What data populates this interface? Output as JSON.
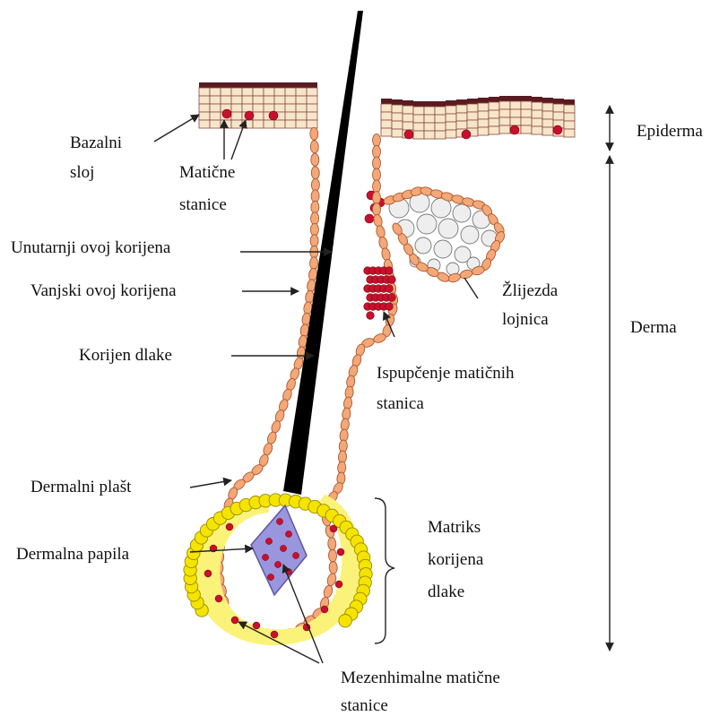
{
  "labels": {
    "bazalni_line1": "Bazalni",
    "bazalni_line2": "sloj",
    "maticne_line1": "Matične",
    "maticne_line2": "stanice",
    "unutarnji": "Unutarnji ovoj korijena",
    "vanjski": "Vanjski ovoj korijena",
    "korijen": "Korijen dlake",
    "dermalni_plast": "Dermalni plašt",
    "dermalna_papila": "Dermalna papila",
    "epiderma": "Epiderma",
    "derma": "Derma",
    "zlijezda_line1": "Žlijezda",
    "zlijezda_line2": "lojnica",
    "ispupcenje_line1": "Ispupčenje matičnih",
    "ispupcenje_line2": "stanica",
    "matriks_line1": "Matriks",
    "matriks_line2": "korijena",
    "matriks_line3": "dlake",
    "mezenhimalne_line1": "Mezenhimalne matične",
    "mezenhimalne_line2": "stanice"
  },
  "colors": {
    "background": "#ffffff",
    "epidermis_cell": "#f7e6cc",
    "epidermis_top": "#5a1a22",
    "sheath_cell": "#f2a878",
    "sheath_outline": "#b0562c",
    "hair_shaft": "#000000",
    "stem_cell": "#c8102e",
    "sebaceous_cell": "#eeeeee",
    "dermal_sheath": "#f5e400",
    "matrix_fill": "#fbf27a",
    "papilla": "#9a96de",
    "arrow": "#222222"
  }
}
